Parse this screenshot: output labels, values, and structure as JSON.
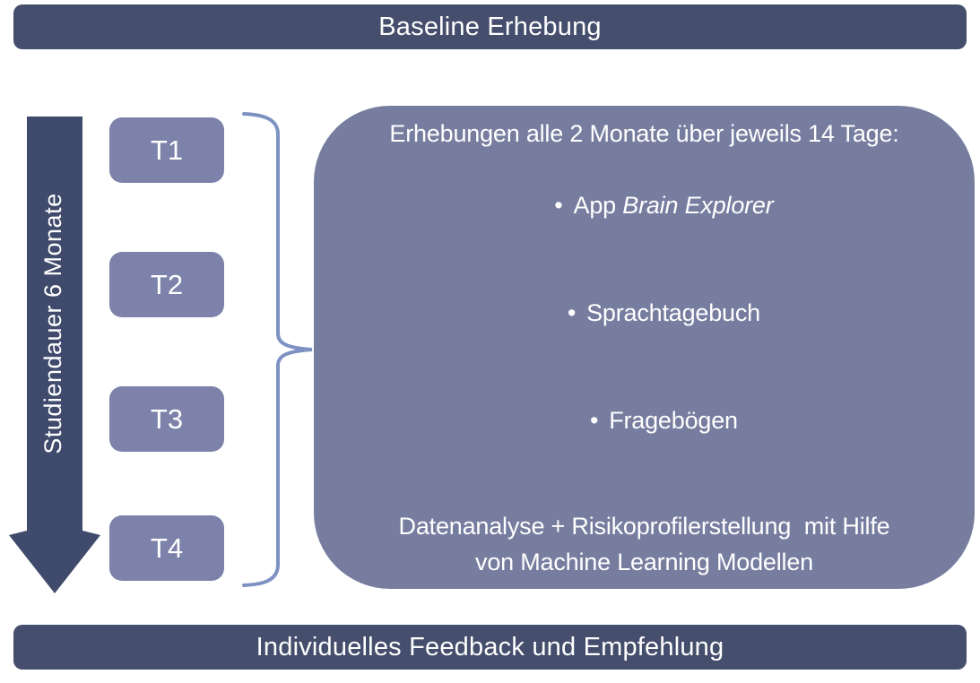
{
  "top_bar": {
    "label": "Baseline Erhebung"
  },
  "timeline": {
    "arrow_label": "Studiendauer 6 Monate",
    "timepoints": [
      {
        "label": "T1"
      },
      {
        "label": "T2"
      },
      {
        "label": "T3"
      },
      {
        "label": "T4"
      }
    ]
  },
  "detail_box": {
    "bullet_char": "•",
    "heading": "Erhebungen alle 2 Monate über jeweils 14 Tage:",
    "bullets": [
      {
        "prefix": "App ",
        "italic": "Brain Explorer"
      },
      {
        "text": "Sprachtagebuch"
      },
      {
        "text": "Fragebögen"
      }
    ],
    "footer_line1": "Datenanalyse + Risikoprofilerstellung  mit Hilfe",
    "footer_line2": "von Machine Learning Modellen"
  },
  "bottom_bar": {
    "label": "Individuelles Feedback und Empfehlung"
  },
  "colors": {
    "bar_bg": "#454e6c",
    "arrow_fill": "#3f4a6c",
    "timepoint_fill": "#7c82a9",
    "detail_box_fill": "#767d9f",
    "brace_stroke": "#7d92c3",
    "text": "#ffffff"
  }
}
